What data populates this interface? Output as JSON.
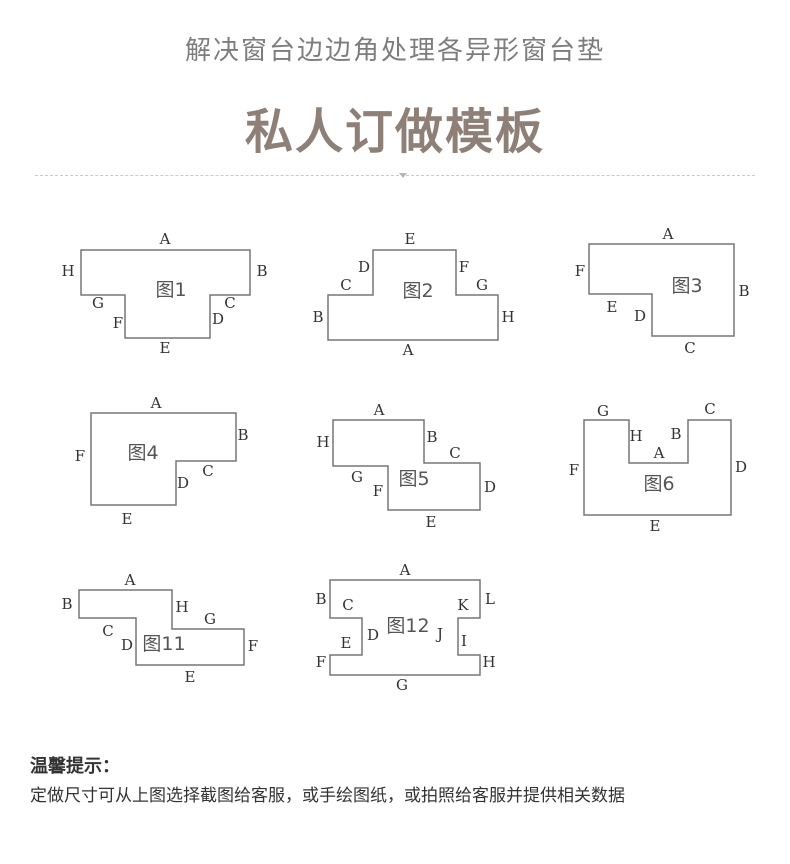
{
  "header": {
    "subtitle": "解决窗台边边角处理各异形窗台垫",
    "title": "私人订做模板"
  },
  "figures": {
    "fig1": {
      "name": "图1",
      "labels": [
        "A",
        "B",
        "C",
        "D",
        "E",
        "F",
        "G",
        "H"
      ]
    },
    "fig2": {
      "name": "图2",
      "labels": [
        "A",
        "B",
        "C",
        "D",
        "E",
        "F",
        "G",
        "H"
      ]
    },
    "fig3": {
      "name": "图3",
      "labels": [
        "A",
        "B",
        "C",
        "D",
        "E",
        "F"
      ]
    },
    "fig4": {
      "name": "图4",
      "labels": [
        "A",
        "B",
        "C",
        "D",
        "E",
        "F"
      ]
    },
    "fig5": {
      "name": "图5",
      "labels": [
        "A",
        "B",
        "C",
        "D",
        "E",
        "F",
        "G",
        "H"
      ]
    },
    "fig6": {
      "name": "图6",
      "labels": [
        "A",
        "B",
        "C",
        "D",
        "E",
        "F",
        "G",
        "H"
      ]
    },
    "fig11": {
      "name": "图11",
      "labels": [
        "A",
        "B",
        "C",
        "D",
        "E",
        "F",
        "G",
        "H"
      ]
    },
    "fig12": {
      "name": "图12",
      "labels": [
        "A",
        "B",
        "C",
        "D",
        "E",
        "F",
        "G",
        "H",
        "I",
        "J",
        "K",
        "L"
      ]
    }
  },
  "tips": {
    "heading": "温馨提示：",
    "body": "定做尺寸可从上图选择截图给客服，或手绘图纸，或拍照给客服并提供相关数据"
  }
}
